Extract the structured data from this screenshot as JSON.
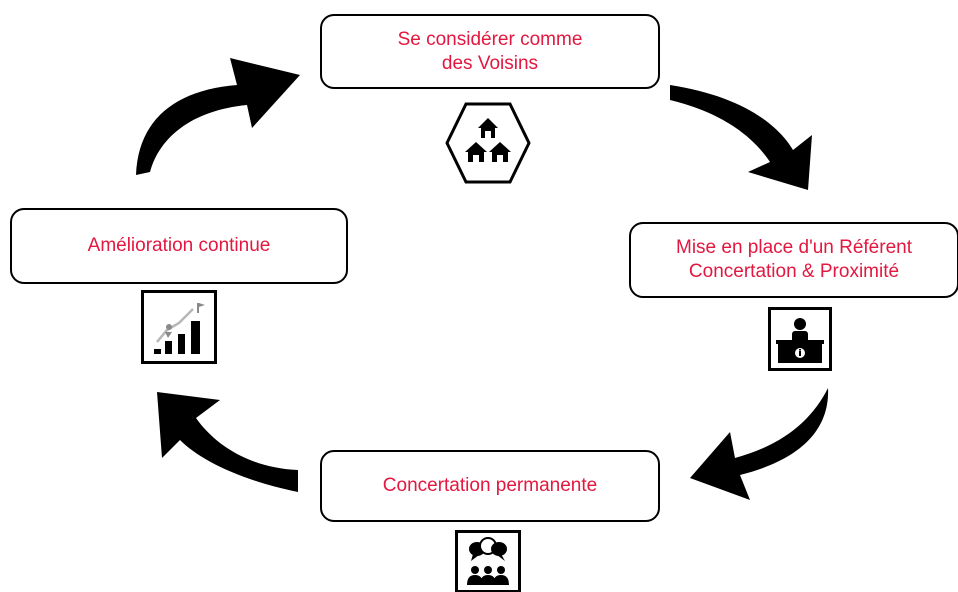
{
  "colors": {
    "text_accent": "#e3173f",
    "arrow_fill": "#000000",
    "box_border": "#000000",
    "box_background": "#ffffff"
  },
  "steps": [
    {
      "line1": "Se considérer comme",
      "line2": "des Voisins",
      "icon": "houses-hexagon-icon"
    },
    {
      "line1": "Mise en place d'un Référent",
      "line2": "Concertation & Proximité",
      "icon": "reception-desk-icon"
    },
    {
      "line1": "Concertation permanente",
      "icon": "group-discussion-icon"
    },
    {
      "line1": "Amélioration continue",
      "icon": "growth-chart-icon"
    }
  ],
  "arrows": [
    "arrow-icon",
    "arrow-icon",
    "arrow-icon",
    "arrow-icon"
  ]
}
